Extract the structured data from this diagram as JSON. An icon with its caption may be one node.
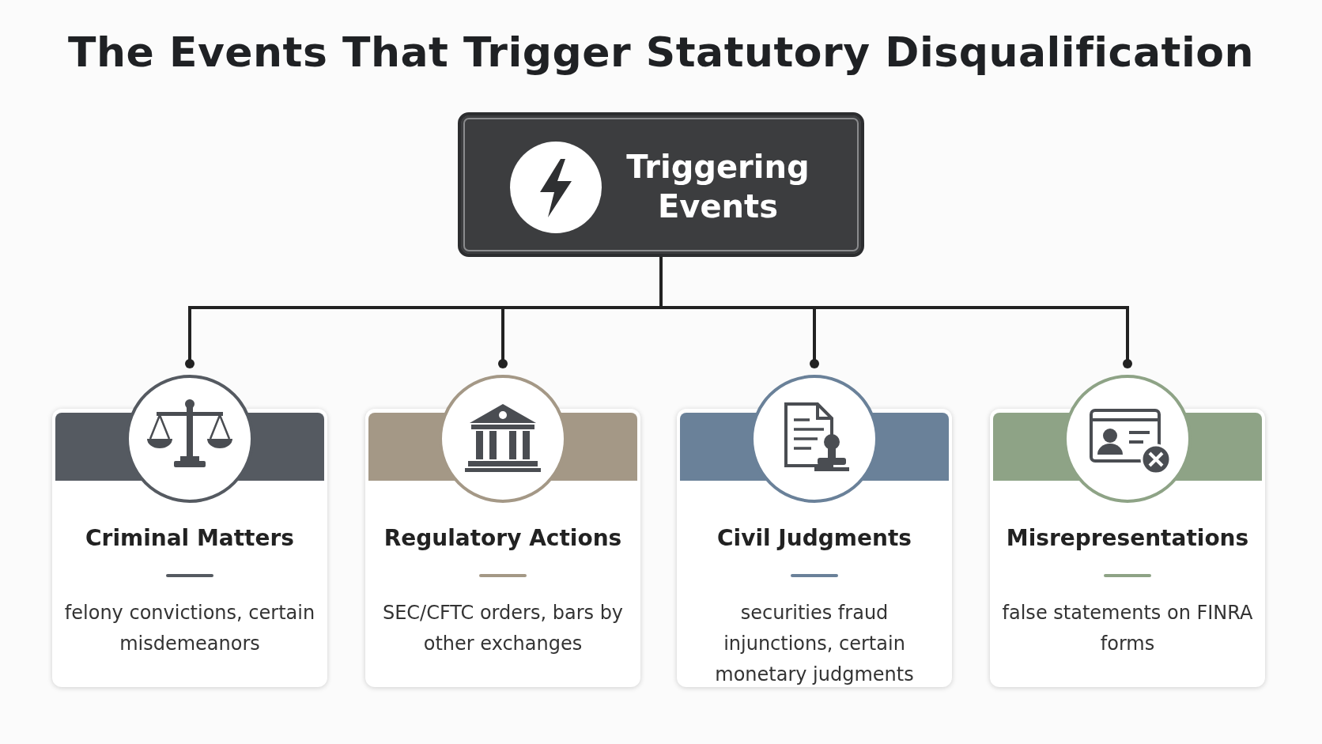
{
  "diagram": {
    "title": "The Events That Trigger Statutory Disqualification",
    "nodes": [
      {
        "text": [
          "Triggering Events"
        ]
      },
      {
        "text": [
          "Criminal Matters",
          "felony convictions, certain misdemeanors"
        ]
      },
      {
        "text": [
          "Regulatory Actions",
          "SEC/CFTC orders, bars by other exchanges"
        ]
      },
      {
        "text": [
          "Civil Judgments",
          "securities fraud injunctions, certain monetary judgments"
        ]
      },
      {
        "text": [
          "Misrepresentations",
          "false statements on FINRA forms"
        ]
      }
    ],
    "edges": [
      {
        "from": 0,
        "to": 1,
        "arrow": "other"
      },
      {
        "from": 0,
        "to": 2,
        "arrow": "other"
      },
      {
        "from": 0,
        "to": 3,
        "arrow": "other"
      },
      {
        "from": 0,
        "to": 4,
        "arrow": "other"
      }
    ]
  }
}
